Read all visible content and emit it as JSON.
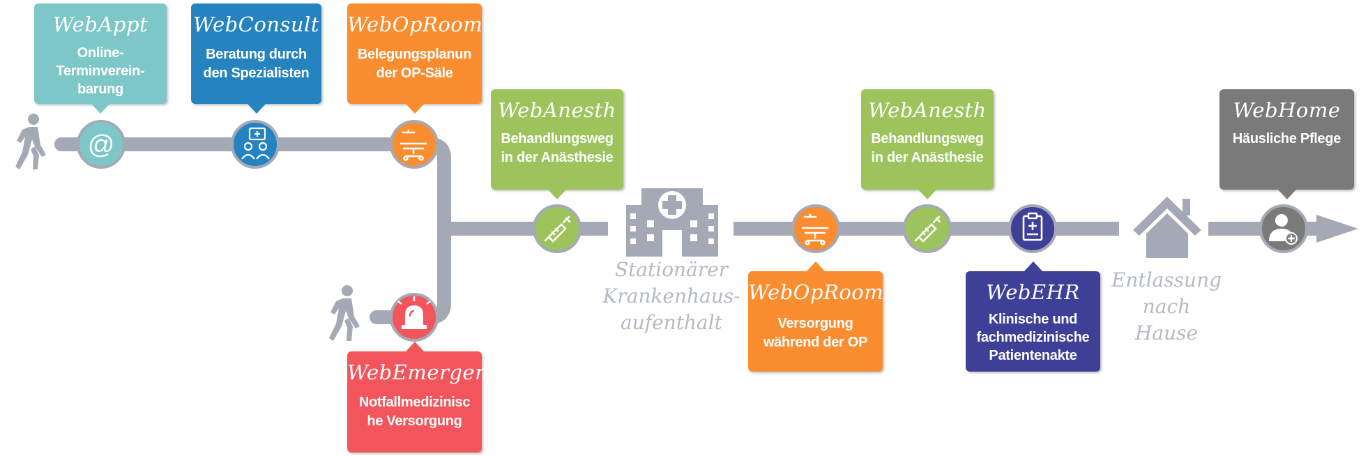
{
  "colors": {
    "teal": "#7ec7c8",
    "blue": "#2583c0",
    "orange": "#f98d2f",
    "green": "#9dc45c",
    "red": "#f2555c",
    "purple": "#3e3f97",
    "gray_card": "#7a7a7a",
    "path": "#a5a9b5",
    "label": "#b4b9c3",
    "person": "#a5a9b5"
  },
  "cards": [
    {
      "id": "webappt",
      "title": "WebAppt",
      "lines": [
        "Online-",
        "Terminverein-",
        "barung"
      ]
    },
    {
      "id": "webconsult",
      "title": "WebConsult",
      "lines": [
        "Beratung durch",
        "den Spezialisten"
      ]
    },
    {
      "id": "webop1",
      "title": "WebOpRoom",
      "lines": [
        "Belegungsplanun",
        "der OP-Säle"
      ]
    },
    {
      "id": "webanesth1",
      "title": "WebAnesth",
      "lines": [
        "Behandlungsweg",
        "in der Anästhesie"
      ]
    },
    {
      "id": "webanesth2",
      "title": "WebAnesth",
      "lines": [
        "Behandlungsweg",
        "in der Anästhesie"
      ]
    },
    {
      "id": "webhome",
      "title": "WebHome",
      "lines": [
        "Häusliche Pflege"
      ]
    },
    {
      "id": "webemergency",
      "title": "WebEmergency",
      "lines": [
        "Notfallmedizinisc",
        "he Versorgung"
      ]
    },
    {
      "id": "webop2",
      "title": "WebOpRoom",
      "lines": [
        "Versorgung",
        "während der OP"
      ]
    },
    {
      "id": "webehr",
      "title": "WebEHR",
      "lines": [
        "Klinische und",
        "fachmedizinische",
        "Patientenakte"
      ]
    }
  ],
  "stages": {
    "hospital": [
      "Stationärer",
      "Krankenhaus-",
      "aufenthalt"
    ],
    "discharge": [
      "Entlassung",
      "nach",
      "Hause"
    ]
  },
  "icons": {
    "at_symbol": "@",
    "at": "at-icon",
    "consult": "consultation-icon",
    "or_bed": "operating-bed-icon",
    "syringe": "syringe-icon",
    "siren": "siren-icon",
    "clipboard": "clipboard-icon",
    "caregiver": "caregiver-icon",
    "hospital": "hospital-building-icon",
    "house": "house-icon",
    "walker": "walking-person-icon"
  }
}
